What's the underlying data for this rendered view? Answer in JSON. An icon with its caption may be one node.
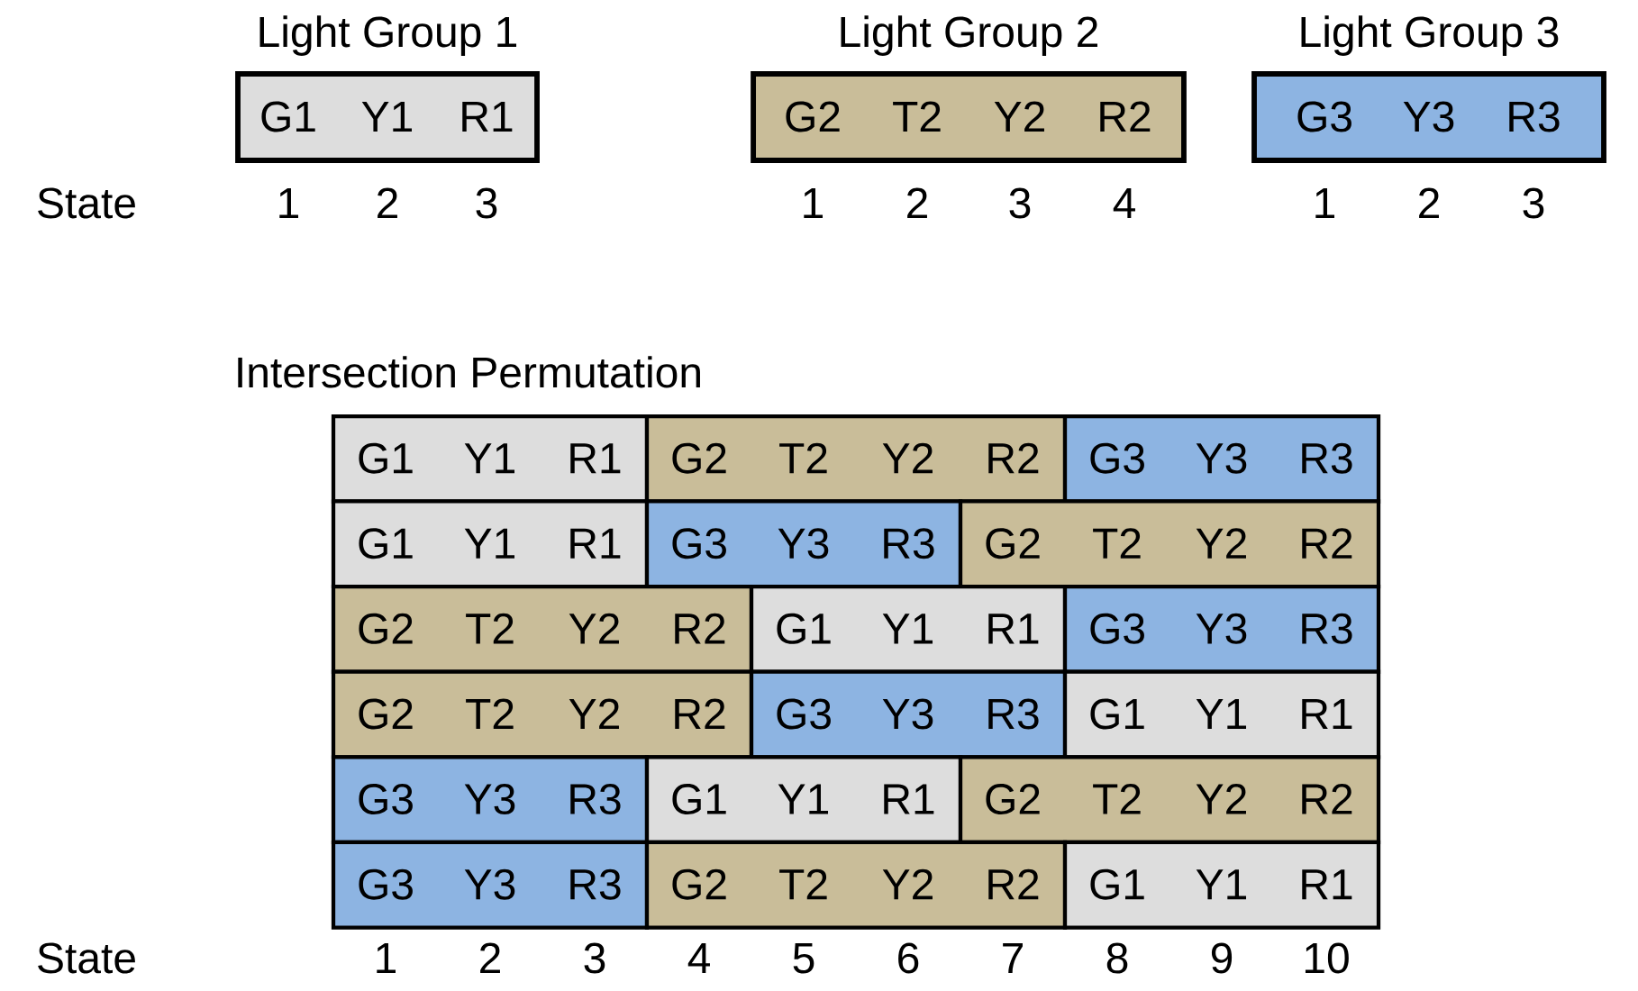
{
  "diagram": {
    "nodes": [
      {
        "text": [
          "Light Group 1",
          "G1",
          "Y1",
          "R1"
        ]
      },
      {
        "text": [
          "Light Group 2",
          "G2",
          "T2",
          "Y2",
          "R2"
        ]
      },
      {
        "text": [
          "Light Group 3",
          "G3",
          "Y3",
          "R3"
        ]
      },
      {
        "text": [
          "G1",
          "Y1",
          "R1"
        ]
      },
      {
        "text": [
          "G2",
          "T2",
          "Y2",
          "R2"
        ]
      },
      {
        "text": [
          "G3",
          "Y3",
          "R3"
        ]
      },
      {
        "text": [
          "G1",
          "Y1",
          "R1"
        ]
      },
      {
        "text": [
          "G3",
          "Y3",
          "R3"
        ]
      },
      {
        "text": [
          "G2",
          "T2",
          "Y2",
          "R2"
        ]
      },
      {
        "text": [
          "G2",
          "T2",
          "Y2",
          "R2"
        ]
      },
      {
        "text": [
          "G1",
          "Y1",
          "R1"
        ]
      },
      {
        "text": [
          "G3",
          "Y3",
          "R3"
        ]
      },
      {
        "text": [
          "G2",
          "T2",
          "Y2",
          "R2"
        ]
      },
      {
        "text": [
          "G3",
          "Y3",
          "R3"
        ]
      },
      {
        "text": [
          "G1",
          "Y1",
          "R1"
        ]
      },
      {
        "text": [
          "G3",
          "Y3",
          "R3"
        ]
      },
      {
        "text": [
          "G1",
          "Y1",
          "R1"
        ]
      },
      {
        "text": [
          "G2",
          "T2",
          "Y2",
          "R2"
        ]
      },
      {
        "text": [
          "G3",
          "Y3",
          "R3"
        ]
      },
      {
        "text": [
          "G2",
          "T2",
          "Y2",
          "R2"
        ]
      },
      {
        "text": [
          "G1",
          "Y1",
          "R1"
        ]
      }
    ],
    "edges": [],
    "labels": [
      "State",
      "1",
      "2",
      "3",
      "1",
      "2",
      "3",
      "4",
      "1",
      "2",
      "3",
      "Intersection Permutation",
      "State",
      "1",
      "2",
      "3",
      "4",
      "5",
      "6",
      "7",
      "8",
      "9",
      "10"
    ]
  }
}
